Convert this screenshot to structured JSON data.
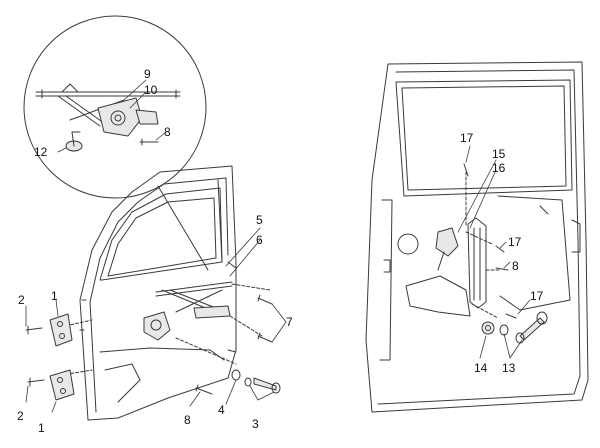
{
  "callouts": {
    "c1_upper": "1",
    "c1_lower": "1",
    "c2_upper": "2",
    "c2_lower": "2",
    "c3": "3",
    "c4": "4",
    "c5": "5",
    "c6": "6",
    "c7": "7",
    "c8_bottom": "8",
    "c8_inset": "8",
    "c8_right": "8",
    "c9": "9",
    "c10": "10",
    "c12": "12",
    "c13": "13",
    "c14": "14",
    "c15": "15",
    "c16": "16",
    "c17_top": "17",
    "c17_mid": "17",
    "c17_low": "17"
  },
  "colors": {
    "line": "#3a3a3a",
    "part_fill": "#e8e8e8",
    "background": "#ffffff"
  }
}
